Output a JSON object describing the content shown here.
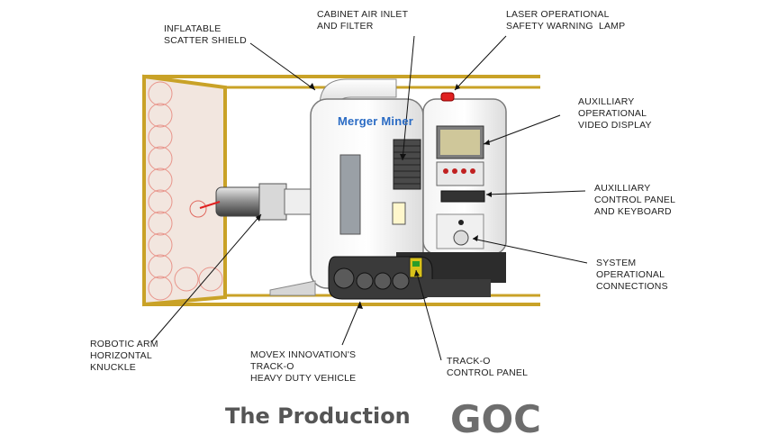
{
  "callouts": {
    "inflatable_shield": "INFLATABLE\nSCATTER SHIELD",
    "air_inlet": "CABINET AIR INLET\nAND FILTER",
    "laser_lamp": "LASER OPERATIONAL\nSAFETY WARNING  LAMP",
    "video_display": "AUXILLIARY\nOPERATIONAL\nVIDEO DISPLAY",
    "control_panel": "AUXILLIARY\nCONTROL PANEL\nAND KEYBOARD",
    "connections": "SYSTEM\nOPERATIONAL\nCONNECTIONS",
    "robotic_arm": "ROBOTIC ARM\nHORIZONTAL\nKNUCKLE",
    "vehicle": "MOVEX INNOVATION'S\nTRACK-O\nHEAVY DUTY VEHICLE",
    "track_panel": "TRACK-O\nCONTROL PANEL"
  },
  "machine_label": "Merger Miner",
  "footer": {
    "text": "The Production",
    "logo_text": "GOC"
  },
  "colors": {
    "frame": "#c9a227",
    "machine_label": "#2a6bc4",
    "laser_red": "#e02020",
    "logo_gray": "#6d6d6d",
    "logo_orange": "#f08a1c"
  }
}
